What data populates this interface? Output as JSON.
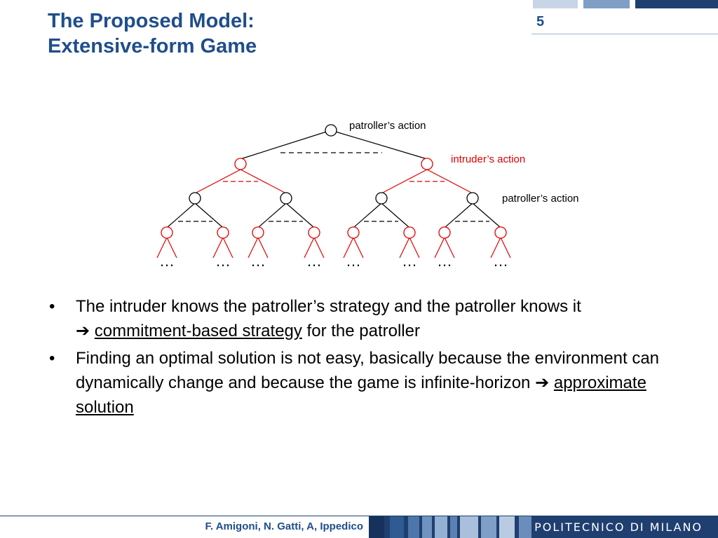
{
  "slide": {
    "title_line1": "The Proposed Model:",
    "title_line2": "Extensive-form Game",
    "page_number": "5"
  },
  "diagram": {
    "label_root": "patroller’s action",
    "label_level1": "intruder’s action",
    "label_level2": "patroller’s action",
    "ellipsis": "…",
    "colors": {
      "black_edges": "#000000",
      "red_edges": "#e00000",
      "intruder_label": "#e00000"
    }
  },
  "bullets": [
    {
      "text_a": "The intruder knows the patroller’s strategy and the patroller knows it",
      "arrow": "➔",
      "link": "commitment-based strategy",
      "text_b": " for the patroller"
    },
    {
      "text_a": "Finding an optimal solution is not easy, basically because the environment can dynamically change and because the game is infinite-horizon ",
      "arrow": "➔",
      "link": "approximate solution"
    }
  ],
  "footer": {
    "authors": "F. Amigoni, N. Gatti, A, Ippedico",
    "logo": "POLITECNICO DI MILANO"
  },
  "theme": {
    "title_color": "#1f4e8c",
    "footer_band": "#1f3f70"
  }
}
